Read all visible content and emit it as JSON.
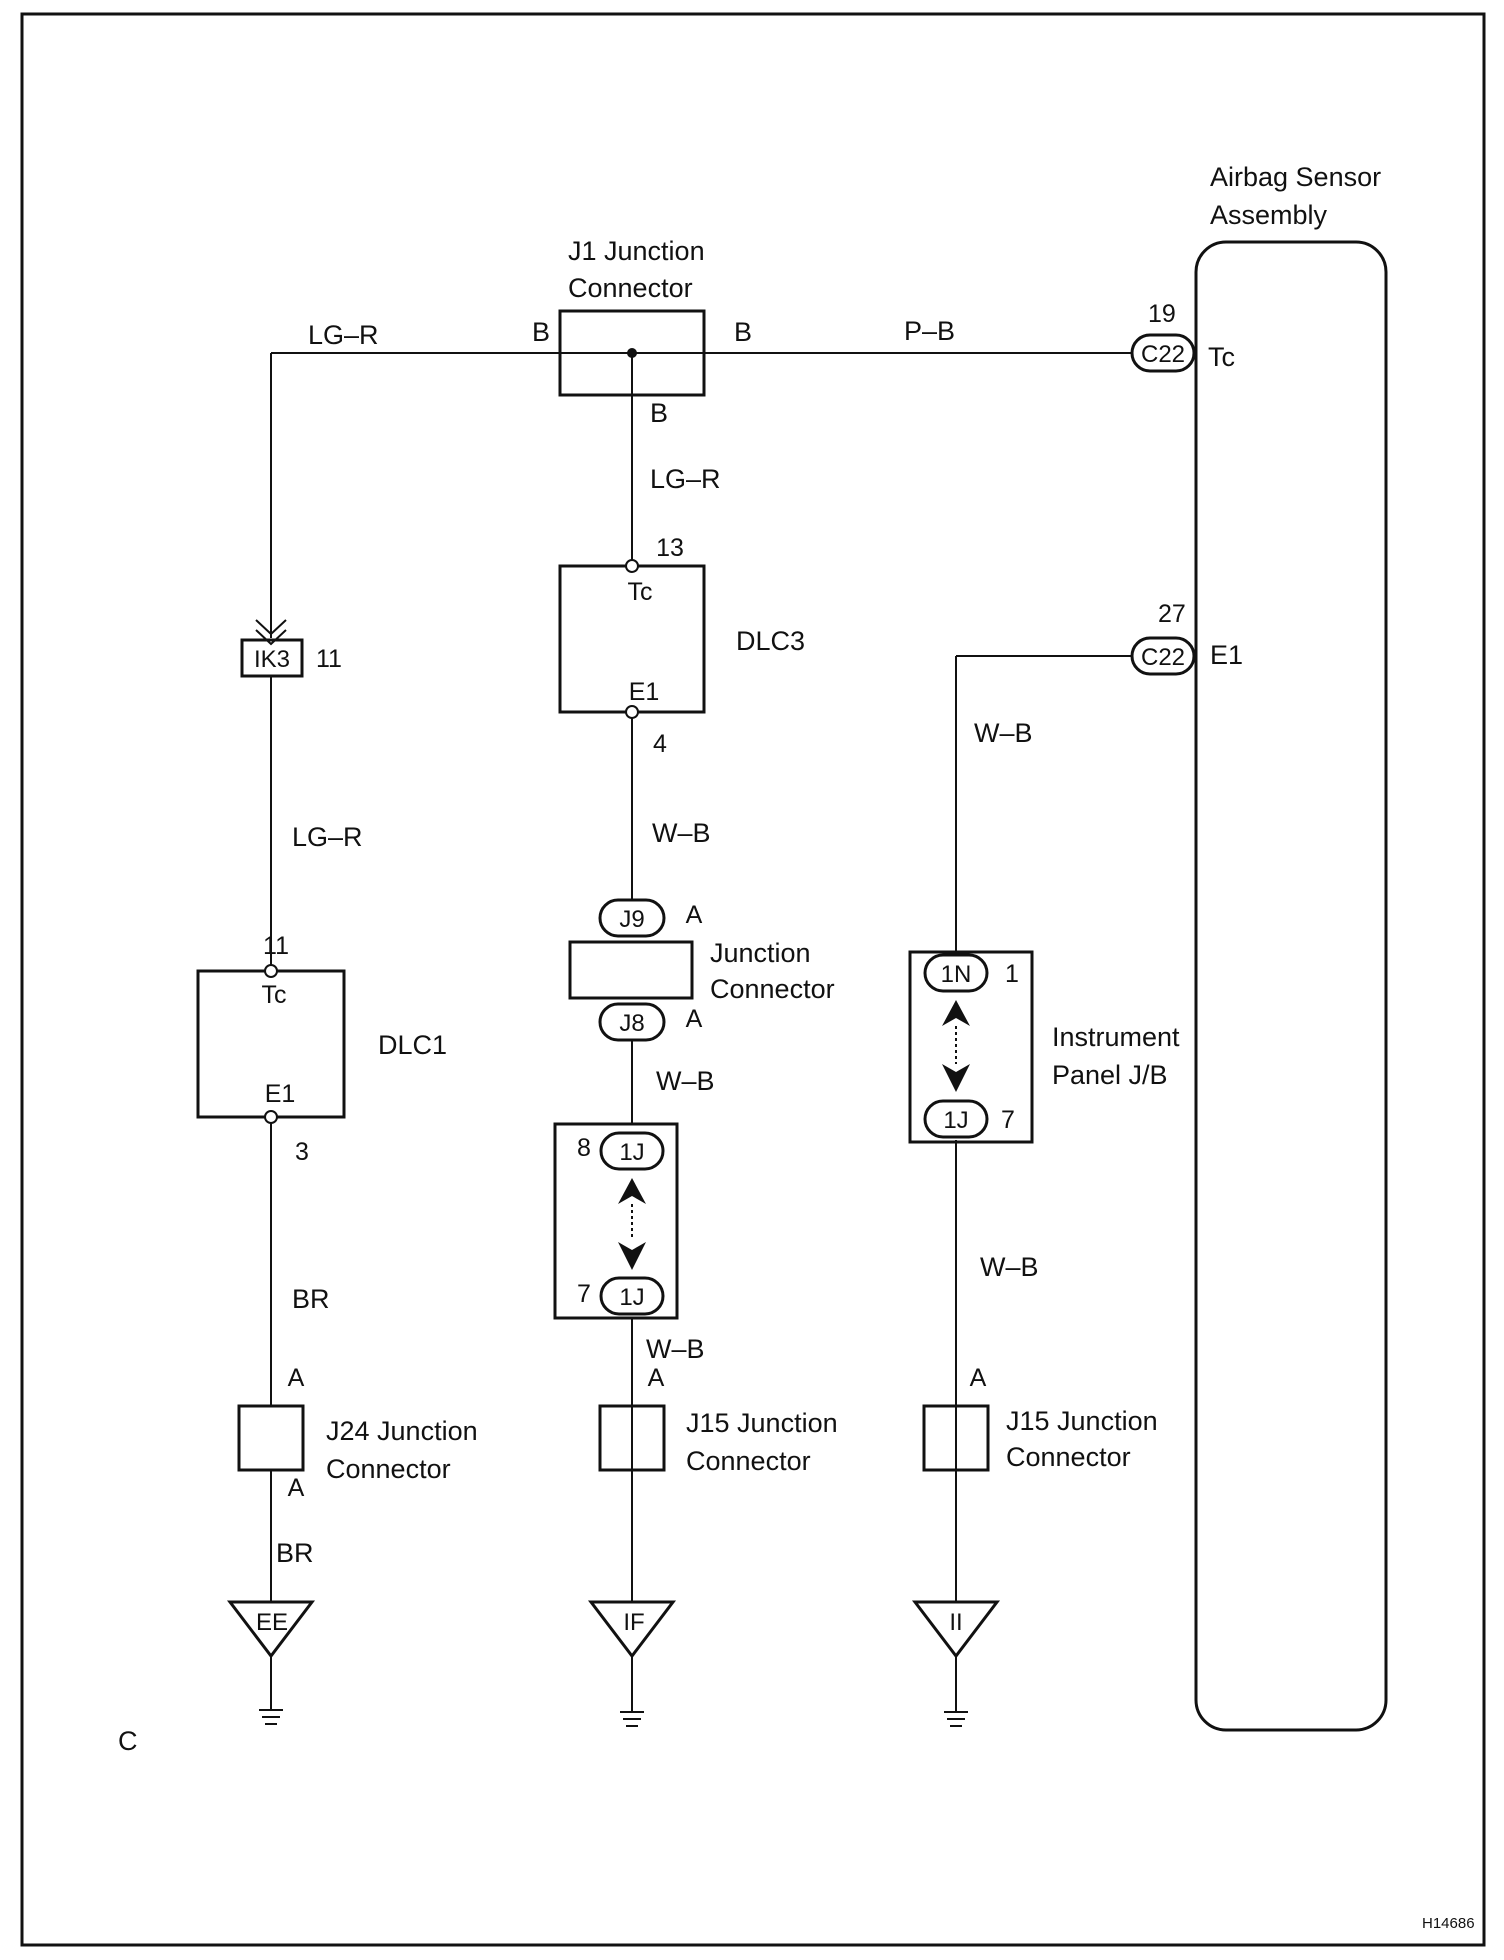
{
  "title_corner": "C",
  "figure_id": "H14686",
  "components": {
    "j1": {
      "line1": "J1 Junction",
      "line2": "Connector",
      "pin_left": "B",
      "pin_right": "B",
      "pin_bottom": "B"
    },
    "airbag": {
      "line1": "Airbag Sensor",
      "line2": "Assembly",
      "tc": "Tc",
      "e1": "E1"
    },
    "dlc3": {
      "name": "DLC3",
      "tc": "Tc",
      "e1": "E1",
      "pin_top": "13",
      "pin_bottom": "4"
    },
    "dlc1": {
      "name": "DLC1",
      "tc": "Tc",
      "e1": "E1",
      "pin_top": "11",
      "pin_bottom": "3"
    },
    "ik3": {
      "name": "IK3",
      "pin": "11"
    },
    "jc_j9_j8": {
      "line1": "Junction",
      "line2": "Connector",
      "j9": "J9",
      "j8": "J8",
      "pin_a1": "A",
      "pin_a2": "A"
    },
    "j24": {
      "line1": "J24 Junction",
      "line2": "Connector",
      "pin_top": "A",
      "pin_bottom": "A"
    },
    "j15_center": {
      "line1": "J15 Junction",
      "line2": "Connector",
      "pin_top": "A"
    },
    "j15_right": {
      "line1": "J15 Junction",
      "line2": "Connector",
      "pin_top": "A"
    },
    "ipjb": {
      "line1": "Instrument",
      "line2": "Panel J/B",
      "top_conn": "1N",
      "top_pin": "1",
      "bottom_conn": "1J",
      "bottom_pin": "7"
    },
    "center_jb": {
      "top_conn": "1J",
      "top_pin": "8",
      "bottom_conn": "1J",
      "bottom_pin": "7"
    },
    "c22_tc": {
      "conn": "C22",
      "pin": "19"
    },
    "c22_e1": {
      "conn": "C22",
      "pin": "27"
    }
  },
  "wires": {
    "top_left": "LG–R",
    "top_right": "P–B",
    "j1_to_dlc3": "LG–R",
    "ik3_to_dlc1": "LG–R",
    "dlc1_to_j24": "BR",
    "j24_to_ground": "BR",
    "dlc3_to_j9": "W–B",
    "j8_to_jb": "W–B",
    "jb_to_j15": "W–B",
    "c22_to_ipjb": "W–B",
    "ipjb_to_j15": "W–B"
  },
  "grounds": {
    "left": "EE",
    "center": "IF",
    "right": "II"
  }
}
